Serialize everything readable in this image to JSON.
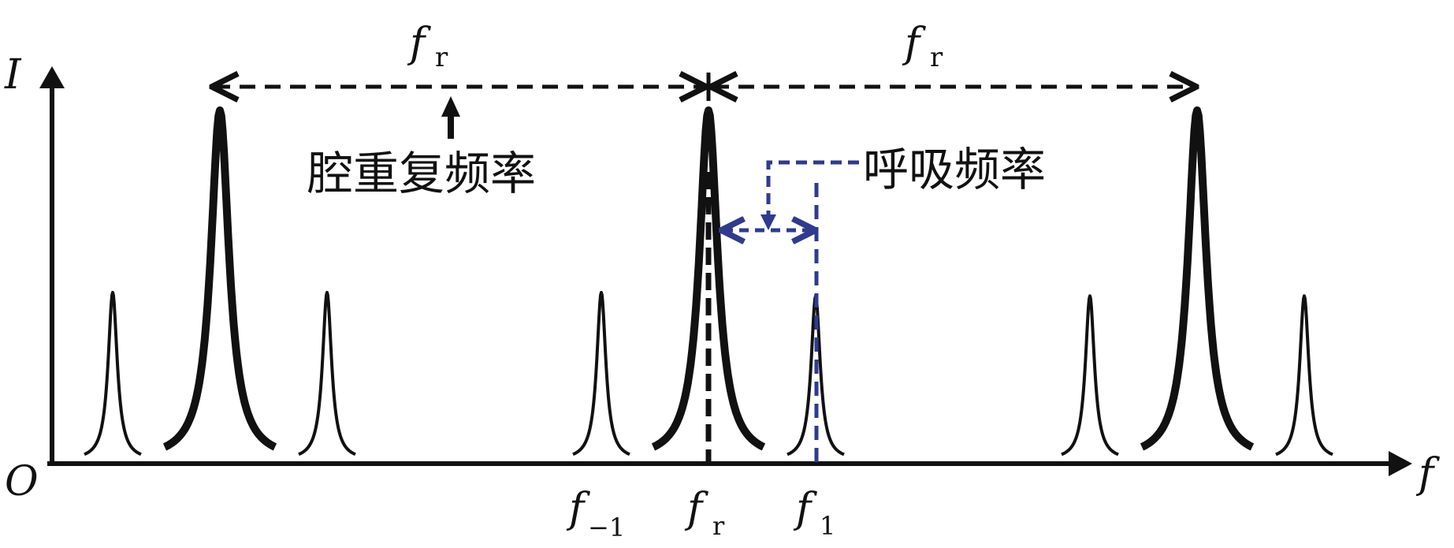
{
  "colors": {
    "ink": "#111111",
    "accent": "#2e3b8f"
  },
  "axes": {
    "y_symbol": "I",
    "x_symbol": "f",
    "origin": "O"
  },
  "top_labels": {
    "left_span": {
      "base": "f",
      "sub": "r"
    },
    "right_span": {
      "base": "f",
      "sub": "r"
    }
  },
  "annotations": {
    "cavity_repetition_frequency": "腔重复频率",
    "breathing_frequency": "呼吸频率"
  },
  "ticks": [
    {
      "id": "f-minus-1",
      "base": "f",
      "sub": "−1"
    },
    {
      "id": "f-r",
      "base": "f",
      "sub": "r"
    },
    {
      "id": "f-1",
      "base": "f",
      "sub": "1"
    }
  ],
  "peaks": {
    "groups": [
      {
        "center": -1,
        "main": 1.0,
        "sidebands": [
          0.48,
          0.48
        ]
      },
      {
        "center": 0,
        "main": 1.0,
        "sidebands": [
          0.48,
          0.47
        ]
      },
      {
        "center": 1,
        "main": 1.0,
        "sidebands": [
          0.47,
          0.47
        ]
      }
    ]
  }
}
